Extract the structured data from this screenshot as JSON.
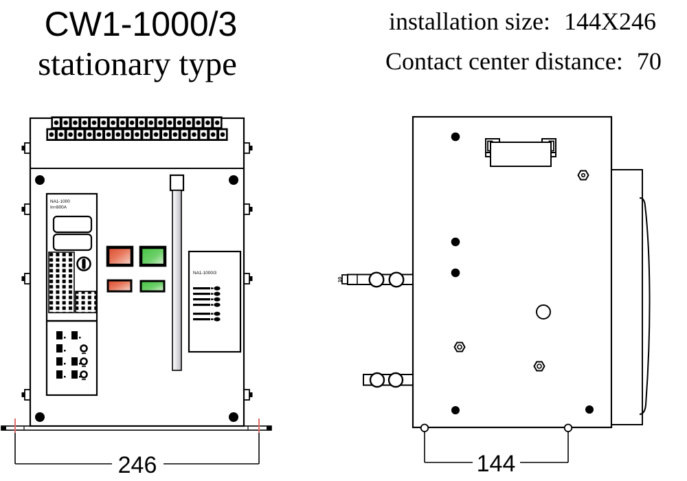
{
  "header": {
    "model": "CW1-1000/3",
    "type_label": "stationary type",
    "spec1": {
      "label": "installation size:",
      "value": "144X246"
    },
    "spec2": {
      "label": "Contact center distance:",
      "value": "70"
    }
  },
  "front_view": {
    "controller": {
      "line1": "NA1-1000",
      "line2": "In=800A"
    },
    "rating_label": "NA1-1000/3",
    "width_dimension": "246"
  },
  "side_view": {
    "depth_dimension": "144",
    "busbar_thickness": "10"
  },
  "colors": {
    "line": "#000000",
    "background": "#ffffff",
    "red_button": "#d94a2e",
    "red_button_light": "#f7ddd2",
    "green_button": "#41c341",
    "green_button_light": "#dff4da",
    "handle_gray": "#b9b9c0",
    "centerline_red": "#e36c6c"
  }
}
